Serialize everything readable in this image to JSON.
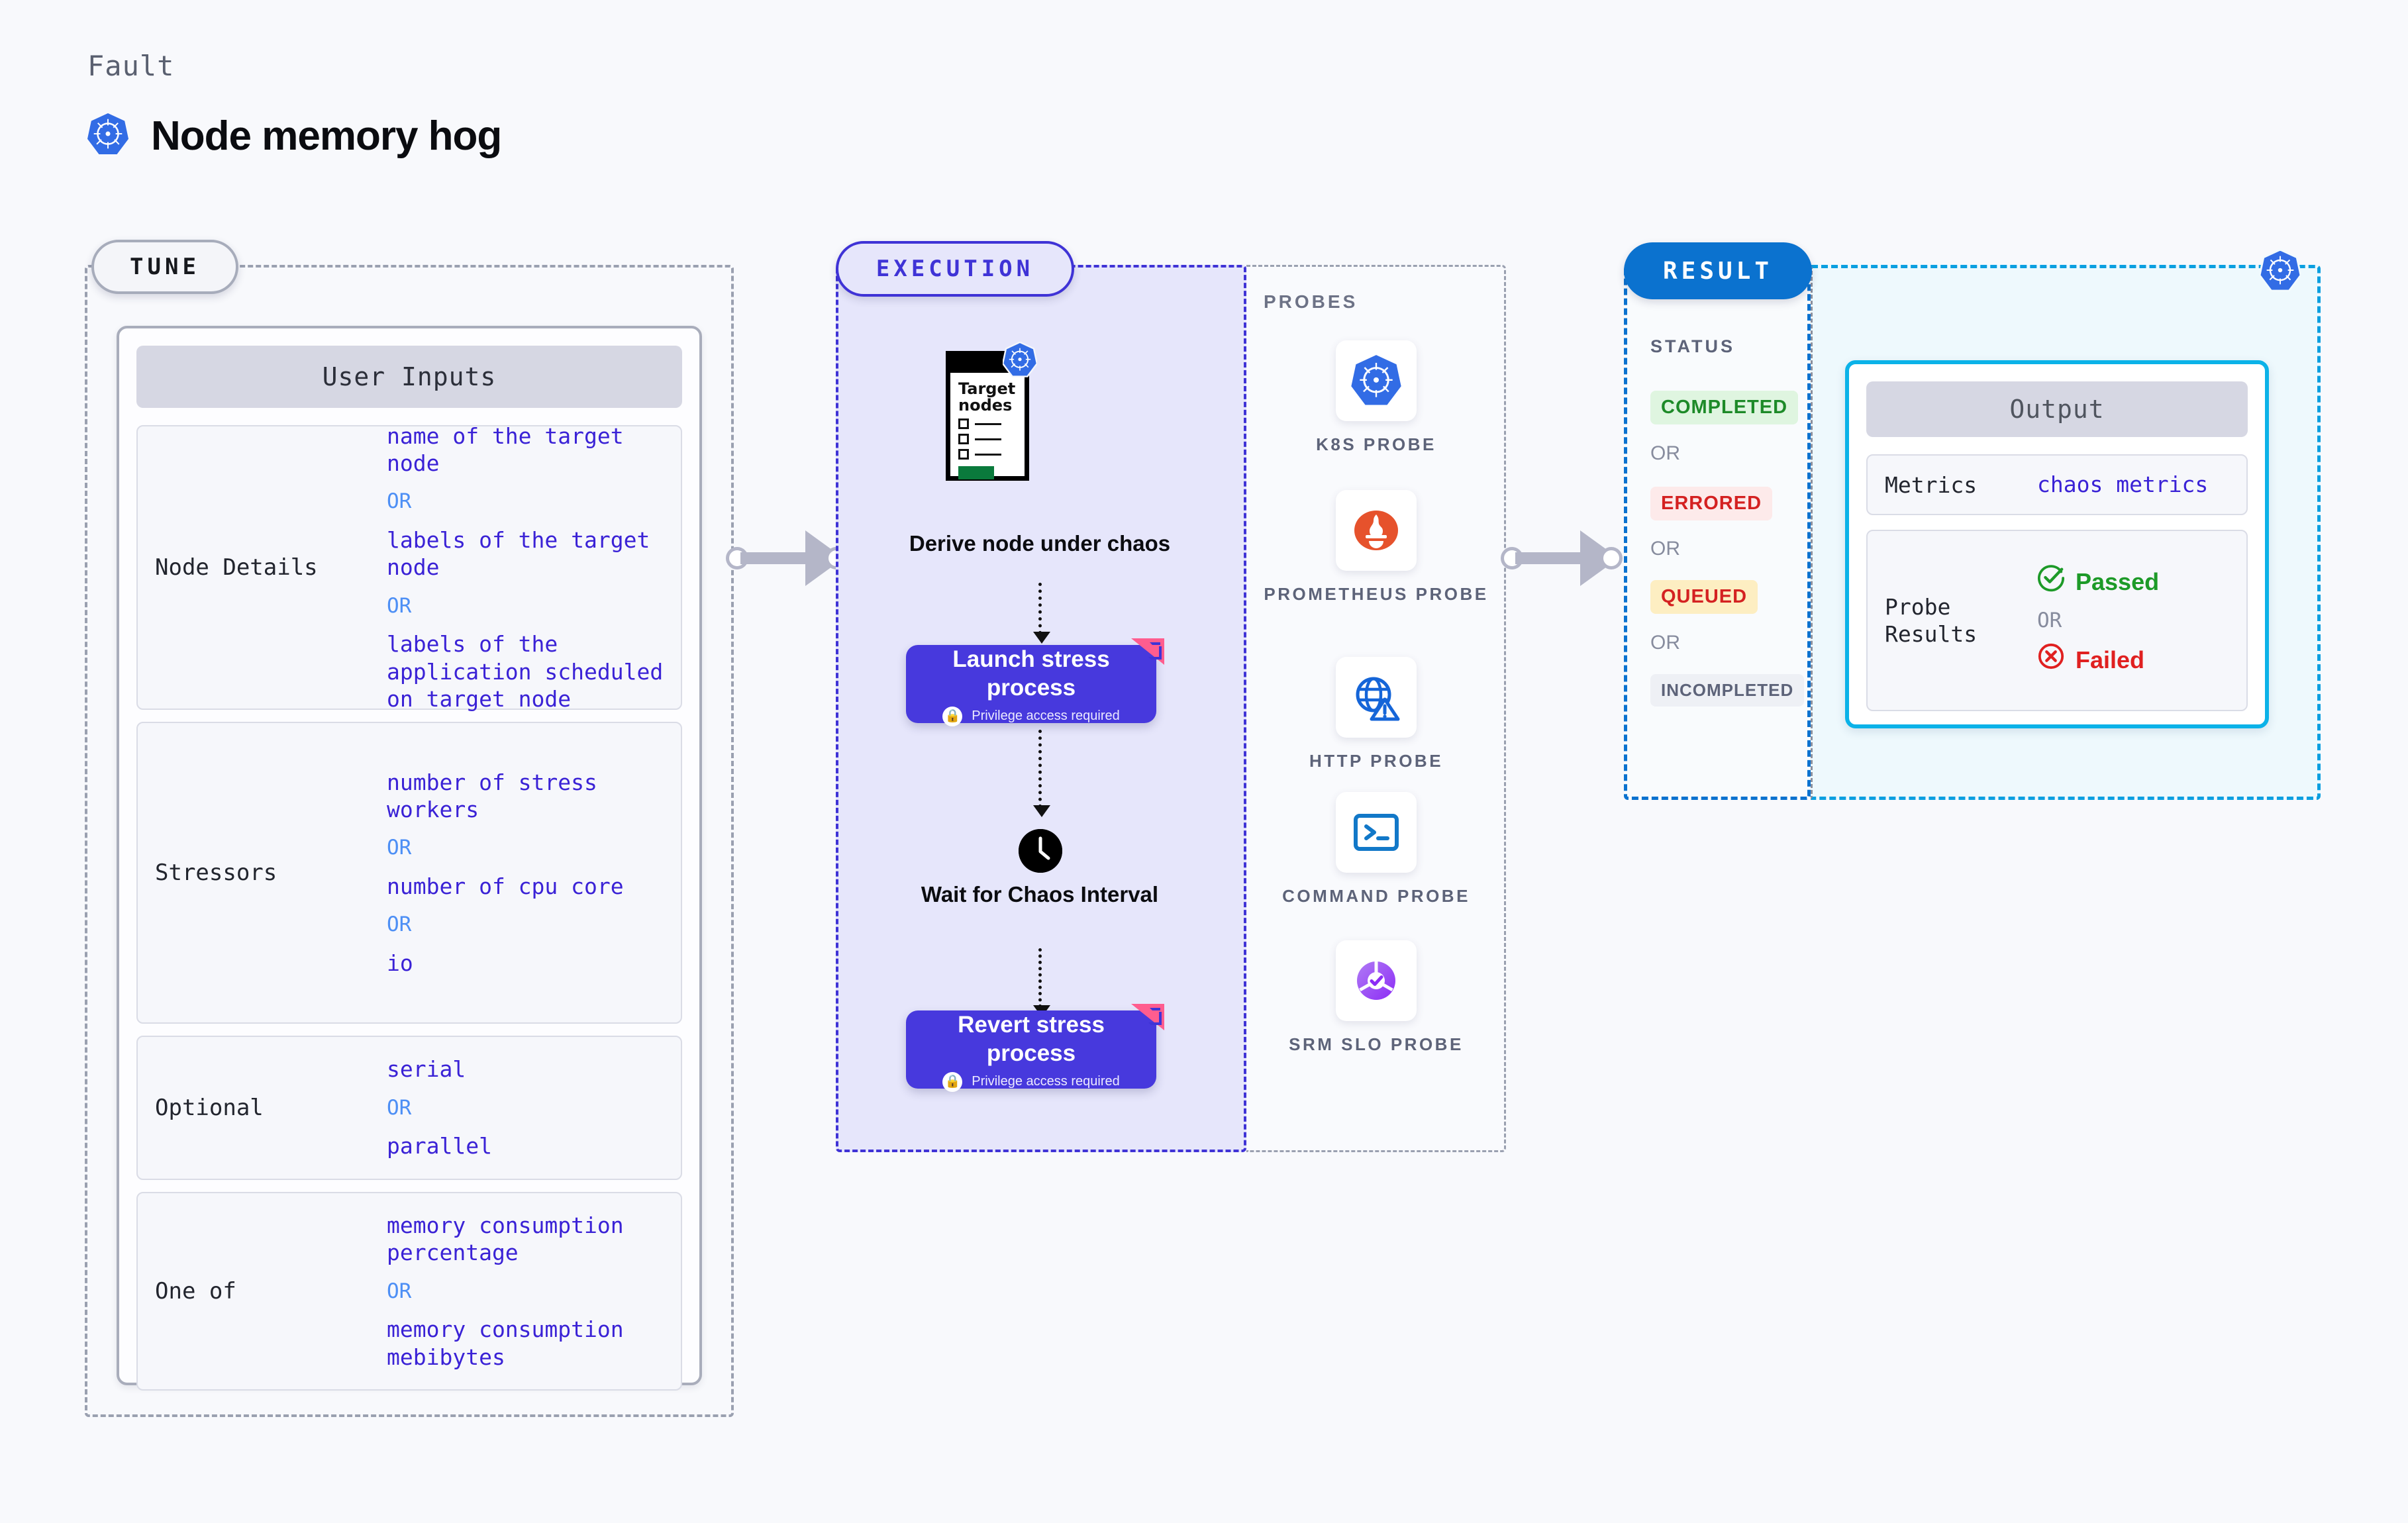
{
  "header": {
    "kicker": "Fault",
    "title": "Node memory hog",
    "icon": "kubernetes-icon"
  },
  "tune": {
    "pill_label": "TUNE",
    "card_title": "User Inputs",
    "rows": [
      {
        "key": "Node Details",
        "values": [
          "name of the target node",
          "labels of the target node",
          "labels of the application scheduled on target node"
        ],
        "separator": "OR"
      },
      {
        "key": "Stressors",
        "values": [
          "number of stress workers",
          "number of cpu core",
          "io"
        ],
        "separator": "OR"
      },
      {
        "key": "Optional",
        "values": [
          "serial",
          "parallel"
        ],
        "separator": "OR"
      },
      {
        "key": "One of",
        "values": [
          "memory consumption percentage",
          "memory consumption mebibytes"
        ],
        "separator": "OR"
      }
    ]
  },
  "execution": {
    "pill_label": "EXECUTION",
    "derive": {
      "window_title": "Target nodes",
      "caption": "Derive node under chaos",
      "icon": "kubernetes-icon"
    },
    "launch": {
      "title": "Launch stress process",
      "subtitle": "Privilege access required",
      "lock_icon": "lock-icon"
    },
    "wait": {
      "caption": "Wait for Chaos Interval",
      "icon": "clock-icon"
    },
    "revert": {
      "title": "Revert stress process",
      "subtitle": "Privilege access required",
      "lock_icon": "lock-icon"
    }
  },
  "probes": {
    "section_label": "PROBES",
    "items": [
      {
        "name": "K8S PROBE",
        "icon": "kubernetes-icon"
      },
      {
        "name": "PROMETHEUS PROBE",
        "icon": "prometheus-icon"
      },
      {
        "name": "HTTP PROBE",
        "icon": "globe-warning-icon"
      },
      {
        "name": "COMMAND PROBE",
        "icon": "terminal-icon"
      },
      {
        "name": "SRM SLO PROBE",
        "icon": "srm-slo-icon"
      }
    ]
  },
  "result": {
    "pill_label": "RESULT",
    "status_label": "STATUS",
    "separator": "OR",
    "statuses": [
      {
        "label": "COMPLETED",
        "bg": "#dff5e0",
        "fg": "#1d8a28"
      },
      {
        "label": "ERRORED",
        "bg": "#fdeaea",
        "fg": "#d42121"
      },
      {
        "label": "QUEUED",
        "bg": "#fdeec2",
        "fg": "#d42121"
      },
      {
        "label": "INCOMPLETED",
        "bg": "#eef0f5",
        "fg": "#5d6379"
      }
    ]
  },
  "output": {
    "card_title": "Output",
    "metrics_key": "Metrics",
    "metrics_value": "chaos metrics",
    "probe_key": "Probe Results",
    "passed_label": "Passed",
    "failed_label": "Failed",
    "separator": "OR",
    "passed_icon": "check-circle-icon",
    "failed_icon": "x-circle-icon",
    "badge_icon": "kubernetes-icon"
  },
  "colors": {
    "accent_indigo": "#4739dd",
    "accent_blue": "#0b72cf",
    "accent_cyan": "#0bb2e8",
    "k8s_blue": "#326ce5",
    "pass_green": "#1d9a28",
    "fail_red": "#e02020",
    "value_violet": "#3a22d6",
    "or_blue": "#4d8ff5"
  }
}
